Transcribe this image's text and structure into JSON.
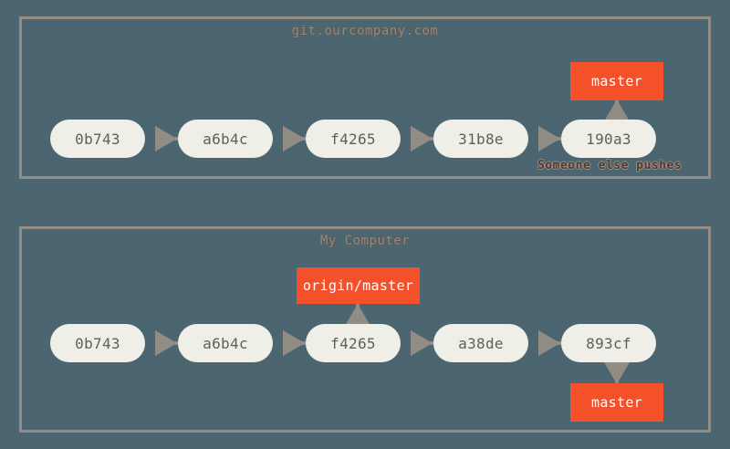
{
  "colors": {
    "background": "#4b6670",
    "panel_border": "#918d84",
    "commit_fill": "#efeee7",
    "commit_text": "#60605b",
    "ref_accent": "#f4502a",
    "ref_text": "#ffffff",
    "arrow": "#918d84",
    "title_text": "#8d8a82",
    "annotation_text": "#4a3a33"
  },
  "panels": [
    {
      "id": "remote",
      "title": "git.ourcompany.com",
      "commits": [
        {
          "sha": "0b743"
        },
        {
          "sha": "a6b4c"
        },
        {
          "sha": "f4265"
        },
        {
          "sha": "31b8e"
        },
        {
          "sha": "190a3"
        }
      ],
      "refs": [
        {
          "label": "master",
          "points_to": "190a3",
          "direction": "down"
        }
      ],
      "annotation": "Someone else pushes"
    },
    {
      "id": "local",
      "title": "My Computer",
      "commits": [
        {
          "sha": "0b743"
        },
        {
          "sha": "a6b4c"
        },
        {
          "sha": "f4265"
        },
        {
          "sha": "a38de"
        },
        {
          "sha": "893cf"
        }
      ],
      "refs": [
        {
          "label": "origin/master",
          "points_to": "f4265",
          "direction": "down"
        },
        {
          "label": "master",
          "points_to": "893cf",
          "direction": "up"
        }
      ],
      "annotation": ""
    }
  ]
}
